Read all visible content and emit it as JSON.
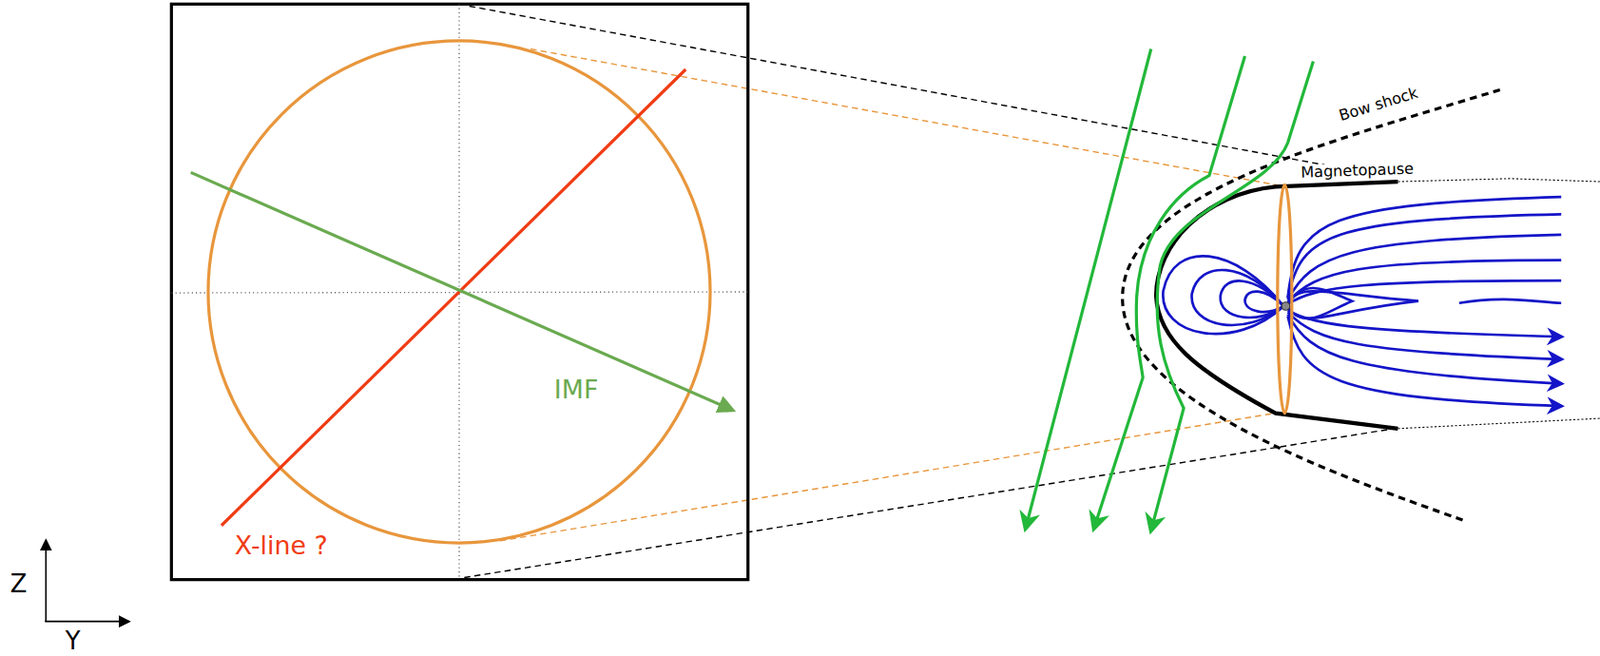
{
  "diagram": {
    "labels": [
      "X-line ?",
      "IMF",
      "Bow shock",
      "Magnetopause",
      "Z",
      "Y"
    ]
  }
}
